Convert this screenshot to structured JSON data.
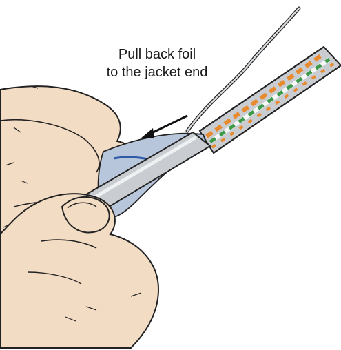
{
  "caption": {
    "line1": "Pull back foil",
    "line2": "to the jacket end"
  },
  "colors": {
    "skin": "#f3dcc4",
    "skin_shadow": "#e2c2a0",
    "outline": "#222222",
    "jacket": "#c9cdd2",
    "jacket_highlight": "#eef0f2",
    "foil": "#b8c6dc",
    "foil_blue": "#2f5aa8",
    "pair_orange": "#e88a2e",
    "pair_green": "#3d9a4a",
    "pair_white": "#f6f6f6",
    "drain_wire": "#d9dcdf"
  },
  "arrow": {
    "direction": "toward jacket end (down-left)"
  }
}
